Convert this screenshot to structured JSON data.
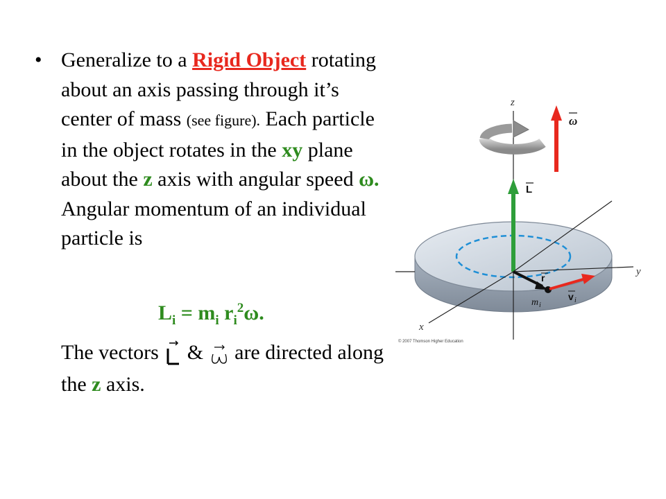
{
  "paragraph": {
    "bullet": "•",
    "t1": "Generalize to a ",
    "rigid_object": "Rigid Object",
    "t2": " rotating about an axis passing through it’s center of mass ",
    "see_figure": "(see figure).",
    "t3": " Each particle in the object rotates in the ",
    "xy": "xy",
    "t4": " plane about the ",
    "z": "z",
    "t5": " axis with angular speed ",
    "omega": "ω.",
    "t6": " Angular momentum of an individual particle is"
  },
  "formula": {
    "L": "L",
    "i1": "i",
    "eq": " = m",
    "i2": "i",
    "r": " r",
    "i3": "i",
    "sq": "2",
    "omega": "ω."
  },
  "vectors_line": {
    "t1": "The vectors ",
    "amp": " & ",
    "t2": " are directed along the ",
    "z": "z",
    "t3": " axis."
  },
  "figure": {
    "z_label": "z",
    "y_label": "y",
    "x_label": "x",
    "omega_label": "ω",
    "L_label": "L",
    "r_label": "r",
    "v_label": "v",
    "v_sub": "i",
    "m_label": "m",
    "m_sub": "i",
    "copyright": "© 2007 Thomson Higher Education"
  },
  "colors": {
    "red": "#e8281e",
    "green": "#2e8b1e",
    "disk_blue": "#c9d3df",
    "dash_blue": "#1f8fd6"
  }
}
